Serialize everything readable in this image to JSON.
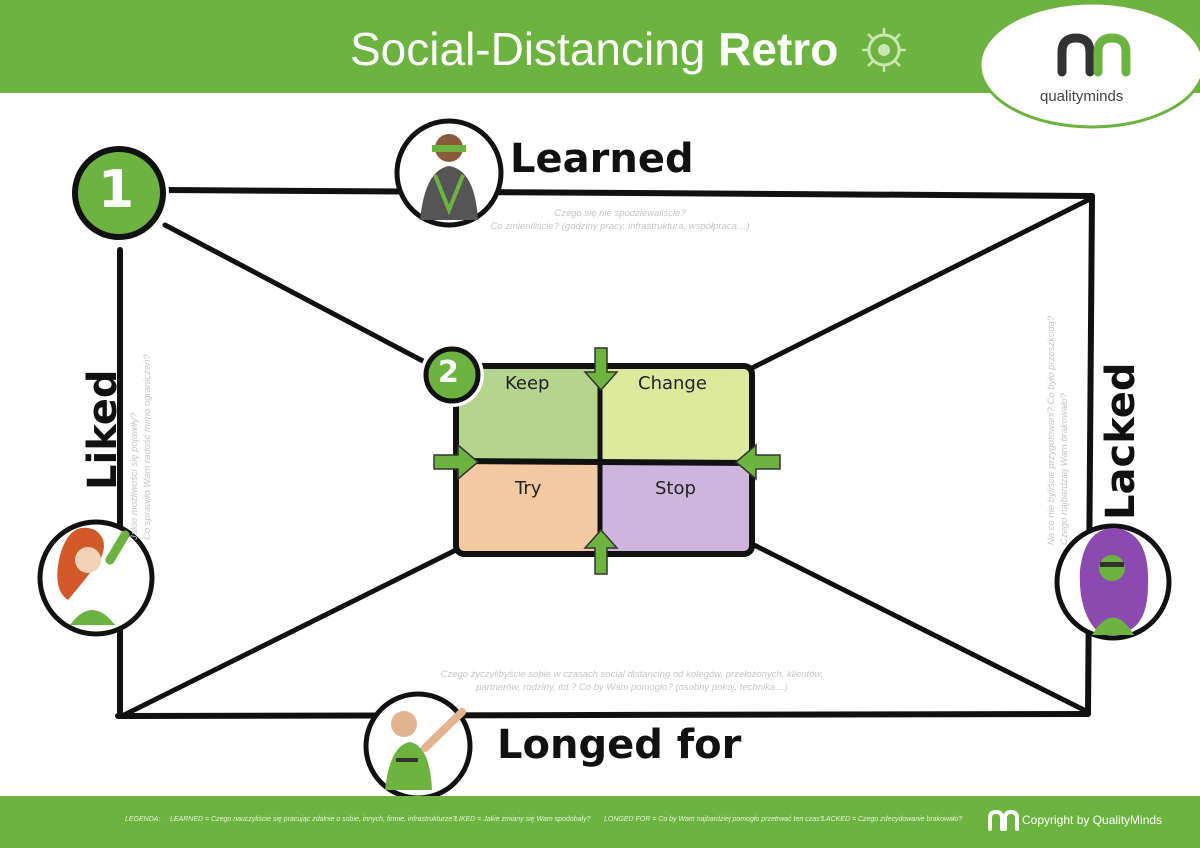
{
  "header": {
    "title_regular": "Social-Distancing ",
    "title_bold": "Retro",
    "logo_text": "qualityminds",
    "colors": {
      "brand_green": "#6db33f"
    }
  },
  "steps": {
    "step1": "1",
    "step2": "2"
  },
  "sections": {
    "learned": {
      "label": "Learned",
      "hint_lines": [
        "Czego się nie spodziewaliście?",
        "Co zmieniliście? (godziny pracy, infrastruktura, współpraca…)"
      ]
    },
    "liked": {
      "label": "Liked",
      "hint_lines": [
        "Jakie możliwości się pojawiły?",
        "Co sprawiło Wam radość mimo ograniczeń?"
      ]
    },
    "lacked": {
      "label": "Lacked",
      "hint_lines": [
        "Na co nie byliście przygotowani? Co było przeszkodą?",
        "Czego najbardziej Wam brakowało?"
      ]
    },
    "longed_for": {
      "label": "Longed for",
      "hint_lines": [
        "Czego życzylibyście sobie w czasach social distancing od kolegów, przełożonych, klientów,",
        "partnerów, rodziny, itd.? Co by Wam pomogło? (osobny pokój, technika…)"
      ]
    }
  },
  "quadrants": [
    {
      "label": "Keep",
      "color": "#b5d58e"
    },
    {
      "label": "Change",
      "color": "#dce89b"
    },
    {
      "label": "Try",
      "color": "#f2c9a0"
    },
    {
      "label": "Stop",
      "color": "#cdb5dc"
    }
  ],
  "footer": {
    "legend_title": "LEGENDA:",
    "legend_learned": "LEARNED = Czego nauczyliście się pracując zdalnie o sobie, innych, firmie, infrastrukturze?",
    "legend_liked": "LIKED = Jakie zmiany się Wam spodobały?",
    "legend_longed": "LONGED FOR = Co by Wam najbardziej pomogło przetrwać ten czas?",
    "legend_lacked": "LACKED = Czego zdecydowanie brakowało?",
    "copyright": "Copyright by QualityMinds"
  }
}
